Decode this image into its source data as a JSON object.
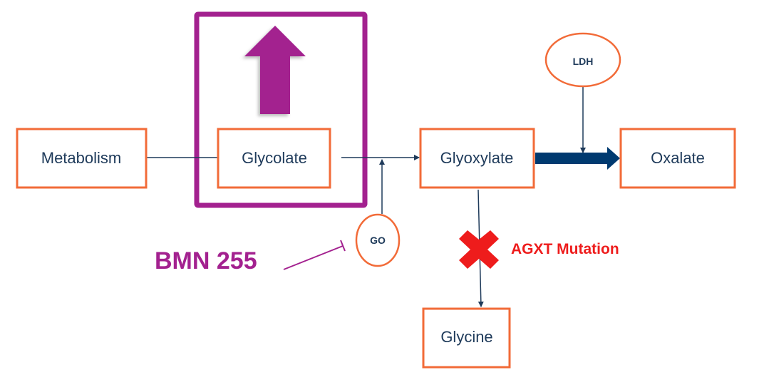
{
  "diagram": {
    "title": "Primary hyperoxaluria glyoxylate pathway",
    "nodes": {
      "metabolism": "Metabolism",
      "glycolate": "Glycolate",
      "glyoxylate": "Glyoxylate",
      "oxalate": "Oxalate",
      "glycine": "Glycine"
    },
    "enzymes": {
      "go": "GO",
      "ldh": "LDH"
    },
    "drug": "BMN 255",
    "mutation": "AGXT Mutation",
    "edges": [
      {
        "from": "Metabolism",
        "to": "Glycolate"
      },
      {
        "from": "Glycolate",
        "to": "Glyoxylate",
        "enzyme": "GO"
      },
      {
        "from": "Glyoxylate",
        "to": "Oxalate",
        "enzyme": "LDH",
        "emphasis": "thick"
      },
      {
        "from": "Glyoxylate",
        "to": "Glycine",
        "blocked_by": "AGXT Mutation"
      },
      {
        "from": "BMN 255",
        "to": "GO",
        "type": "inhibition"
      }
    ],
    "highlight": {
      "node": "Glycolate",
      "indicator": "increase-arrow"
    },
    "colors": {
      "node_border": "#f26b38",
      "text": "#1e3a5a",
      "arrow": "#1e3a5a",
      "thick_arrow": "#003a70",
      "highlight": "#a3218f",
      "mutation": "#ee1c1c"
    }
  }
}
